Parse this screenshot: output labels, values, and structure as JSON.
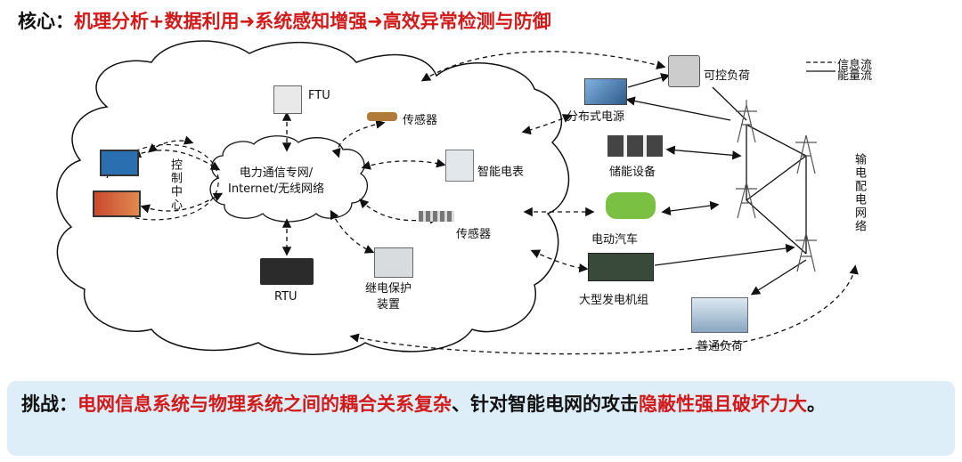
{
  "title": {
    "prefix": "核心：",
    "text": "机理分析+数据利用➜系统感知增强➜高效异常检测与防御"
  },
  "legend": {
    "info_flow": "信息流",
    "energy_flow": "能量流"
  },
  "nodes": {
    "control_center": "控制中心",
    "ftu": "FTU",
    "sensor_top": "传感器",
    "network": "电力通信专网/\nInternet/无线网络",
    "smart_meter": "智能电表",
    "sensor_bottom": "传感器",
    "rtu": "RTU",
    "relay": "继电保护\n装置",
    "controllable_load": "可控负荷",
    "distributed_power": "分布式电源",
    "energy_storage": "储能设备",
    "ev": "电动汽车",
    "generator": "大型发电机组",
    "normal_load": "普通负荷",
    "grid": "输电配电网络"
  },
  "challenge": {
    "prefix": "挑战：",
    "part1": "电网信息系统与物理系统之间的耦合关系复杂",
    "part2": "、针对智能电网的攻击",
    "part3": "隐蔽性强且破坏力大",
    "part4": "。"
  },
  "colors": {
    "title_red": "#d31a1a",
    "challenge_bg": "#ddeef8"
  }
}
